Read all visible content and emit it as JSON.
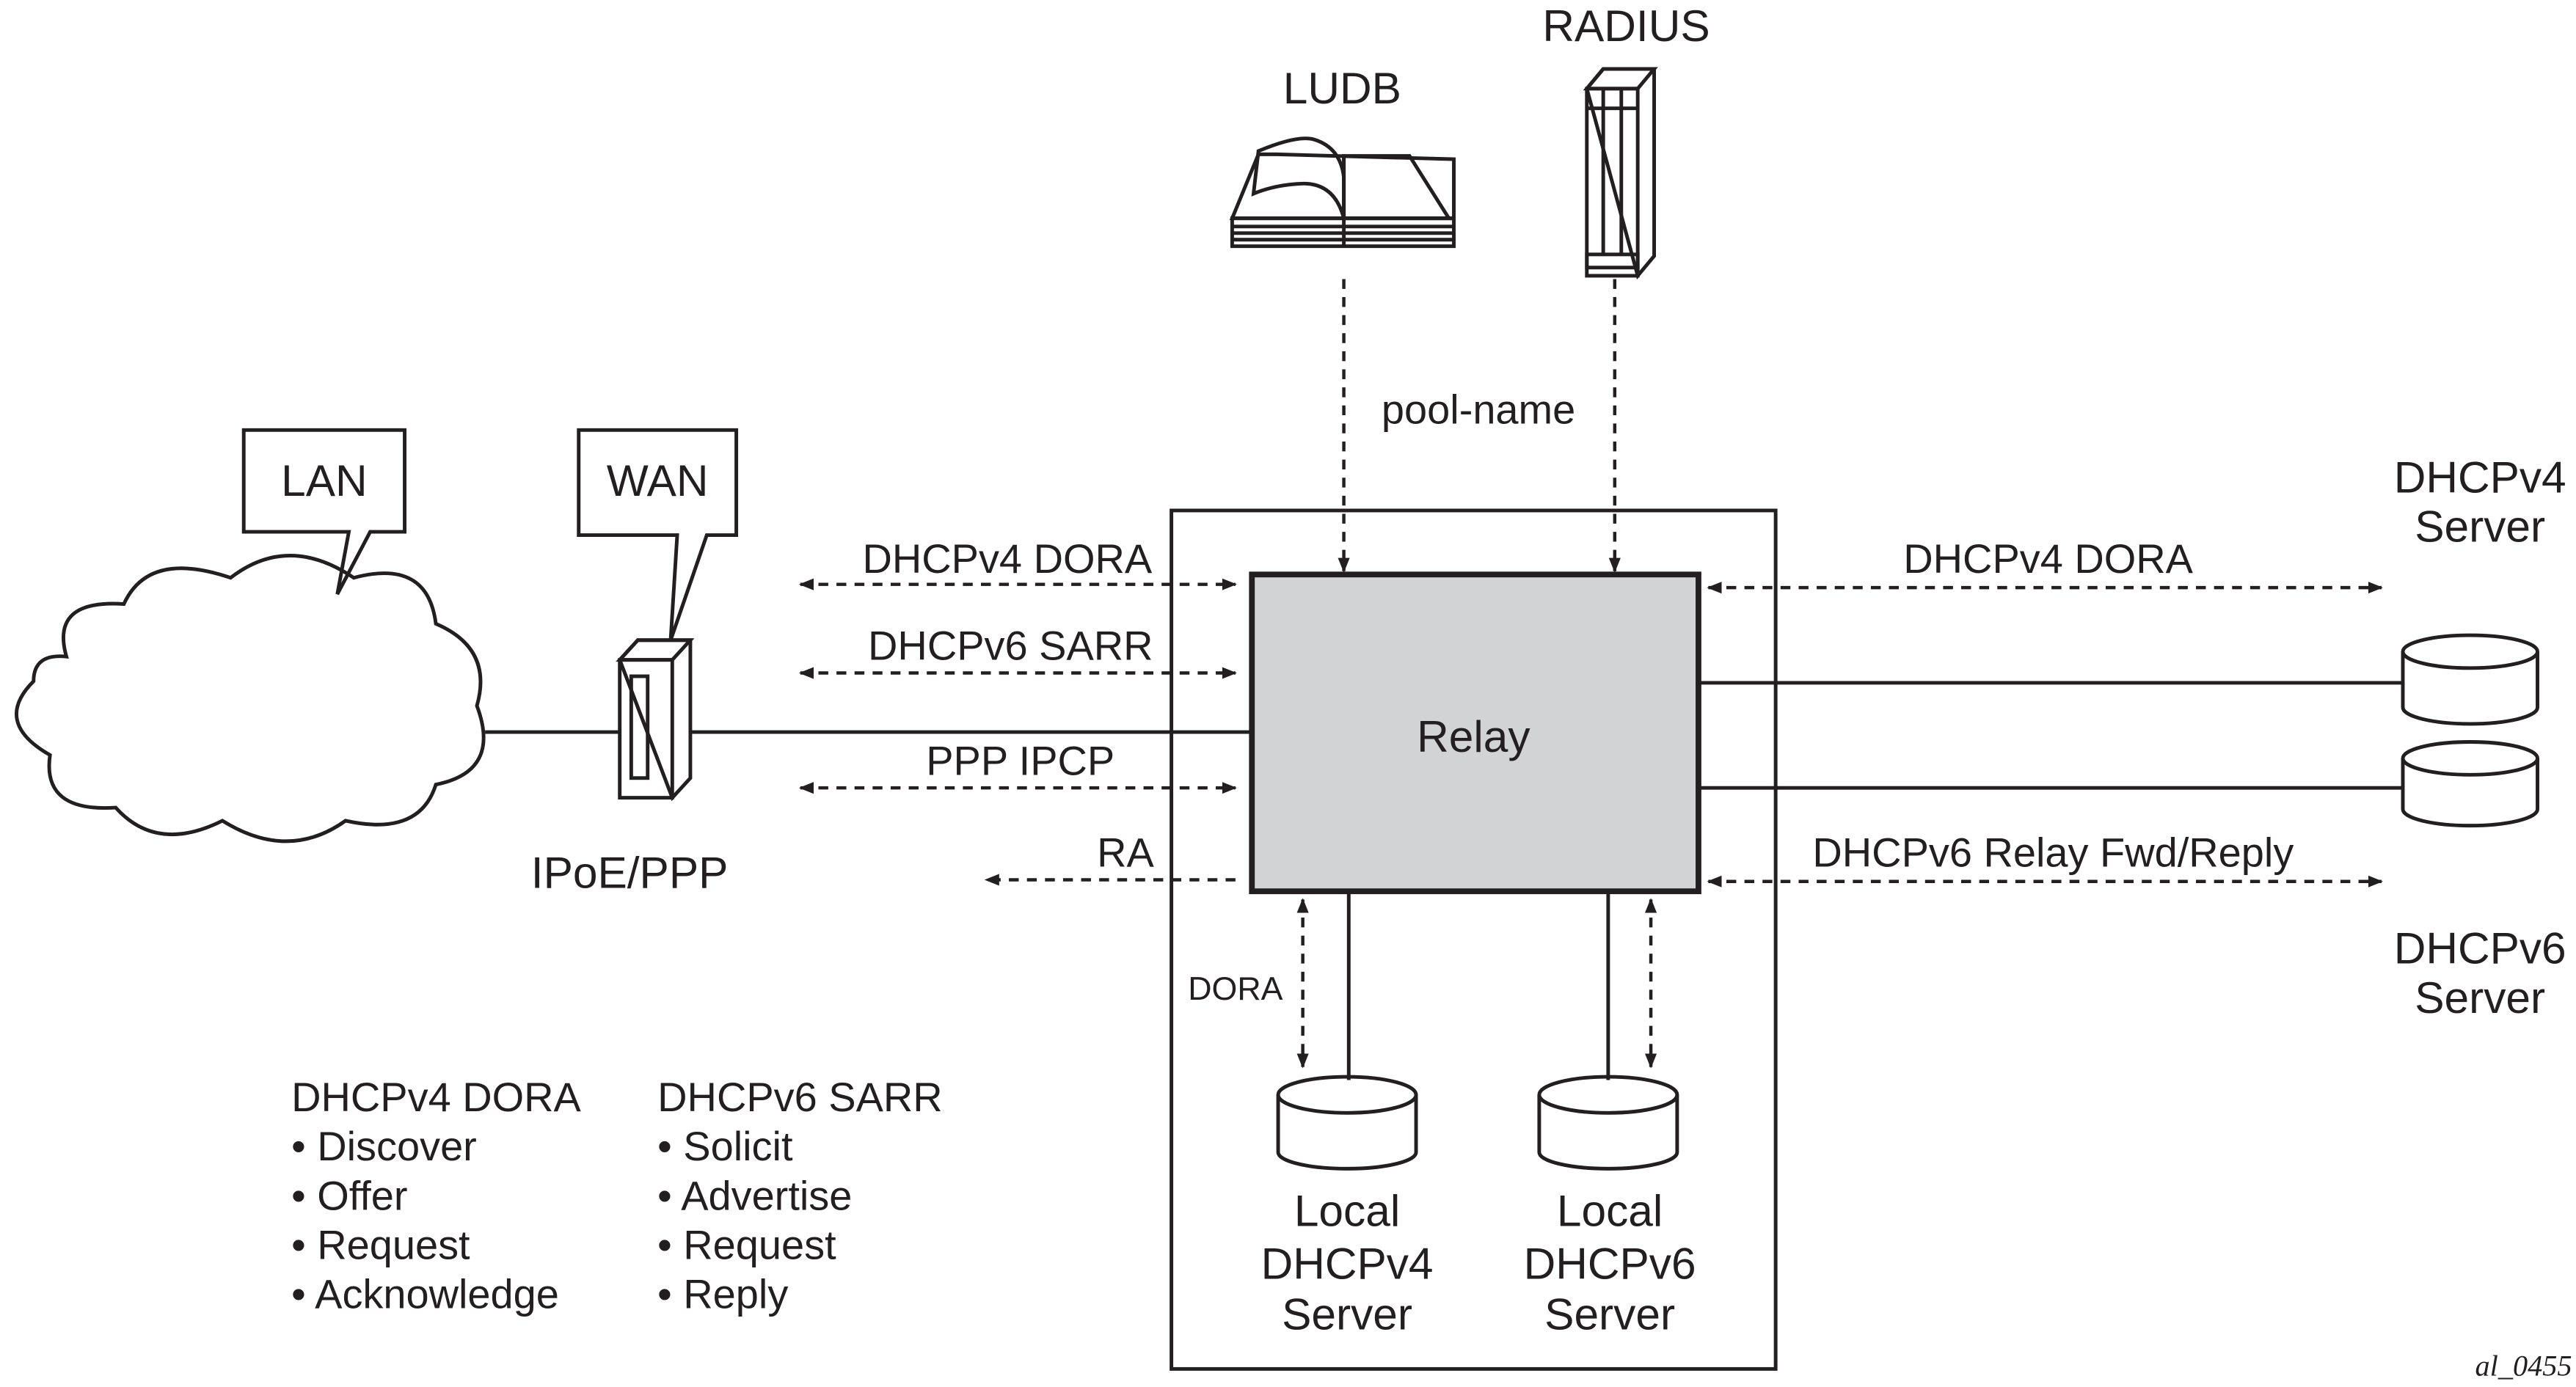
{
  "diagram": {
    "top": {
      "radius": "RADIUS",
      "ludb": "LUDB",
      "pool_name": "pool-name"
    },
    "callouts": {
      "lan": "LAN",
      "wan": "WAN"
    },
    "device_label": "IPoE/PPP",
    "relay": "Relay",
    "left_flows": {
      "dhcpv4": "DHCPv4 DORA",
      "dhcpv6": "DHCPv6 SARR",
      "ppp": "PPP IPCP",
      "ra": "RA"
    },
    "right_flows": {
      "dhcpv4": "DHCPv4 DORA",
      "dhcpv6": "DHCPv6 Relay Fwd/Reply"
    },
    "dhcpv4_server": [
      "DHCPv4",
      "Server"
    ],
    "dhcpv6_server": [
      "DHCPv6",
      "Server"
    ],
    "dora_label": "DORA",
    "local_v4": [
      "Local",
      "DHCPv4",
      "Server"
    ],
    "local_v6": [
      "Local",
      "DHCPv6",
      "Server"
    ],
    "legend_v4": {
      "title": "DHCPv4 DORA",
      "items": [
        "• Discover",
        "• Offer",
        "• Request",
        "• Acknowledge"
      ]
    },
    "legend_v6": {
      "title": "DHCPv6 SARR",
      "items": [
        "• Solicit",
        "• Advertise",
        "• Request",
        "• Reply"
      ]
    },
    "figure_id": "al_0455",
    "colors": {
      "fill_gray": "#d1d3d4",
      "fill_light": "#f1f2f2",
      "line": "#231f20"
    }
  }
}
